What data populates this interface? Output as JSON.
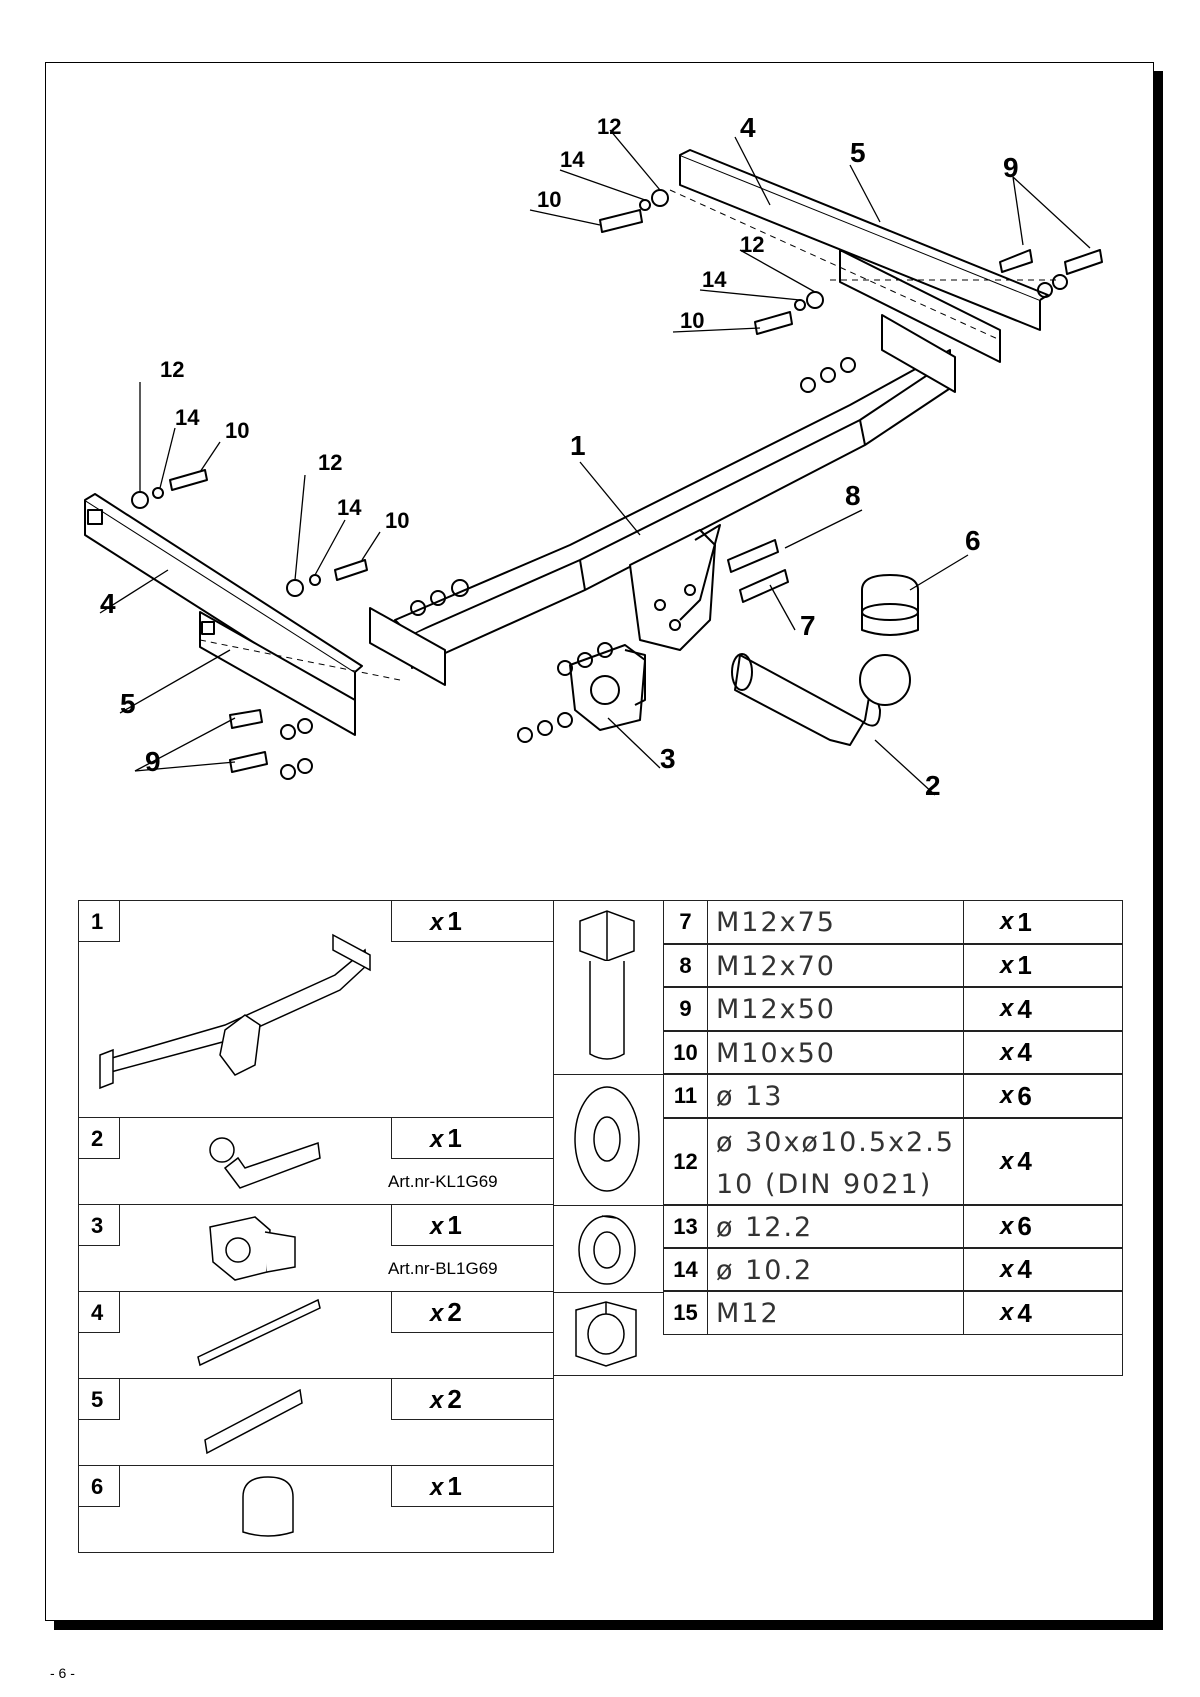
{
  "callouts": {
    "c1": "1",
    "c2": "2",
    "c3": "3",
    "c4a": "4",
    "c4b": "4",
    "c5a": "5",
    "c5b": "5",
    "c6": "6",
    "c7": "7",
    "c8": "8",
    "c9a": "9",
    "c9b": "9",
    "c10a": "10",
    "c10b": "10",
    "c10c": "10",
    "c10d": "10",
    "c12a": "12",
    "c12b": "12",
    "c12c": "12",
    "c12d": "12",
    "c14a": "14",
    "c14b": "14",
    "c14c": "14",
    "c14d": "14"
  },
  "left_table": [
    {
      "num": "1",
      "qty_x": "x",
      "qty": "1",
      "art": ""
    },
    {
      "num": "2",
      "qty_x": "x",
      "qty": "1",
      "art": "Art.nr-KL1G69"
    },
    {
      "num": "3",
      "qty_x": "x",
      "qty": "1",
      "art": "Art.nr-BL1G69"
    },
    {
      "num": "4",
      "qty_x": "x",
      "qty": "2",
      "art": ""
    },
    {
      "num": "5",
      "qty_x": "x",
      "qty": "2",
      "art": ""
    },
    {
      "num": "6",
      "qty_x": "x",
      "qty": "1",
      "art": ""
    }
  ],
  "right_table": [
    {
      "num": "7",
      "spec": "M12x75",
      "qty_x": "x",
      "qty": "1"
    },
    {
      "num": "8",
      "spec": "M12x70",
      "qty_x": "x",
      "qty": "1"
    },
    {
      "num": "9",
      "spec": "M12x50",
      "qty_x": "x",
      "qty": "4"
    },
    {
      "num": "10",
      "spec": "M10x50",
      "qty_x": "x",
      "qty": "4"
    },
    {
      "num": "11",
      "spec": "ø 13",
      "qty_x": "x",
      "qty": "6"
    },
    {
      "num": "12",
      "spec": "ø 30xø10.5x2.5",
      "spec2": "10   (DIN 9021)",
      "qty_x": "x",
      "qty": "4"
    },
    {
      "num": "13",
      "spec": "ø 12.2",
      "qty_x": "x",
      "qty": "6"
    },
    {
      "num": "14",
      "spec": "ø 10.2",
      "qty_x": "x",
      "qty": "4"
    },
    {
      "num": "15",
      "spec": "M12",
      "qty_x": "x",
      "qty": "4"
    }
  ],
  "footer": {
    "page": "- 6 -"
  }
}
